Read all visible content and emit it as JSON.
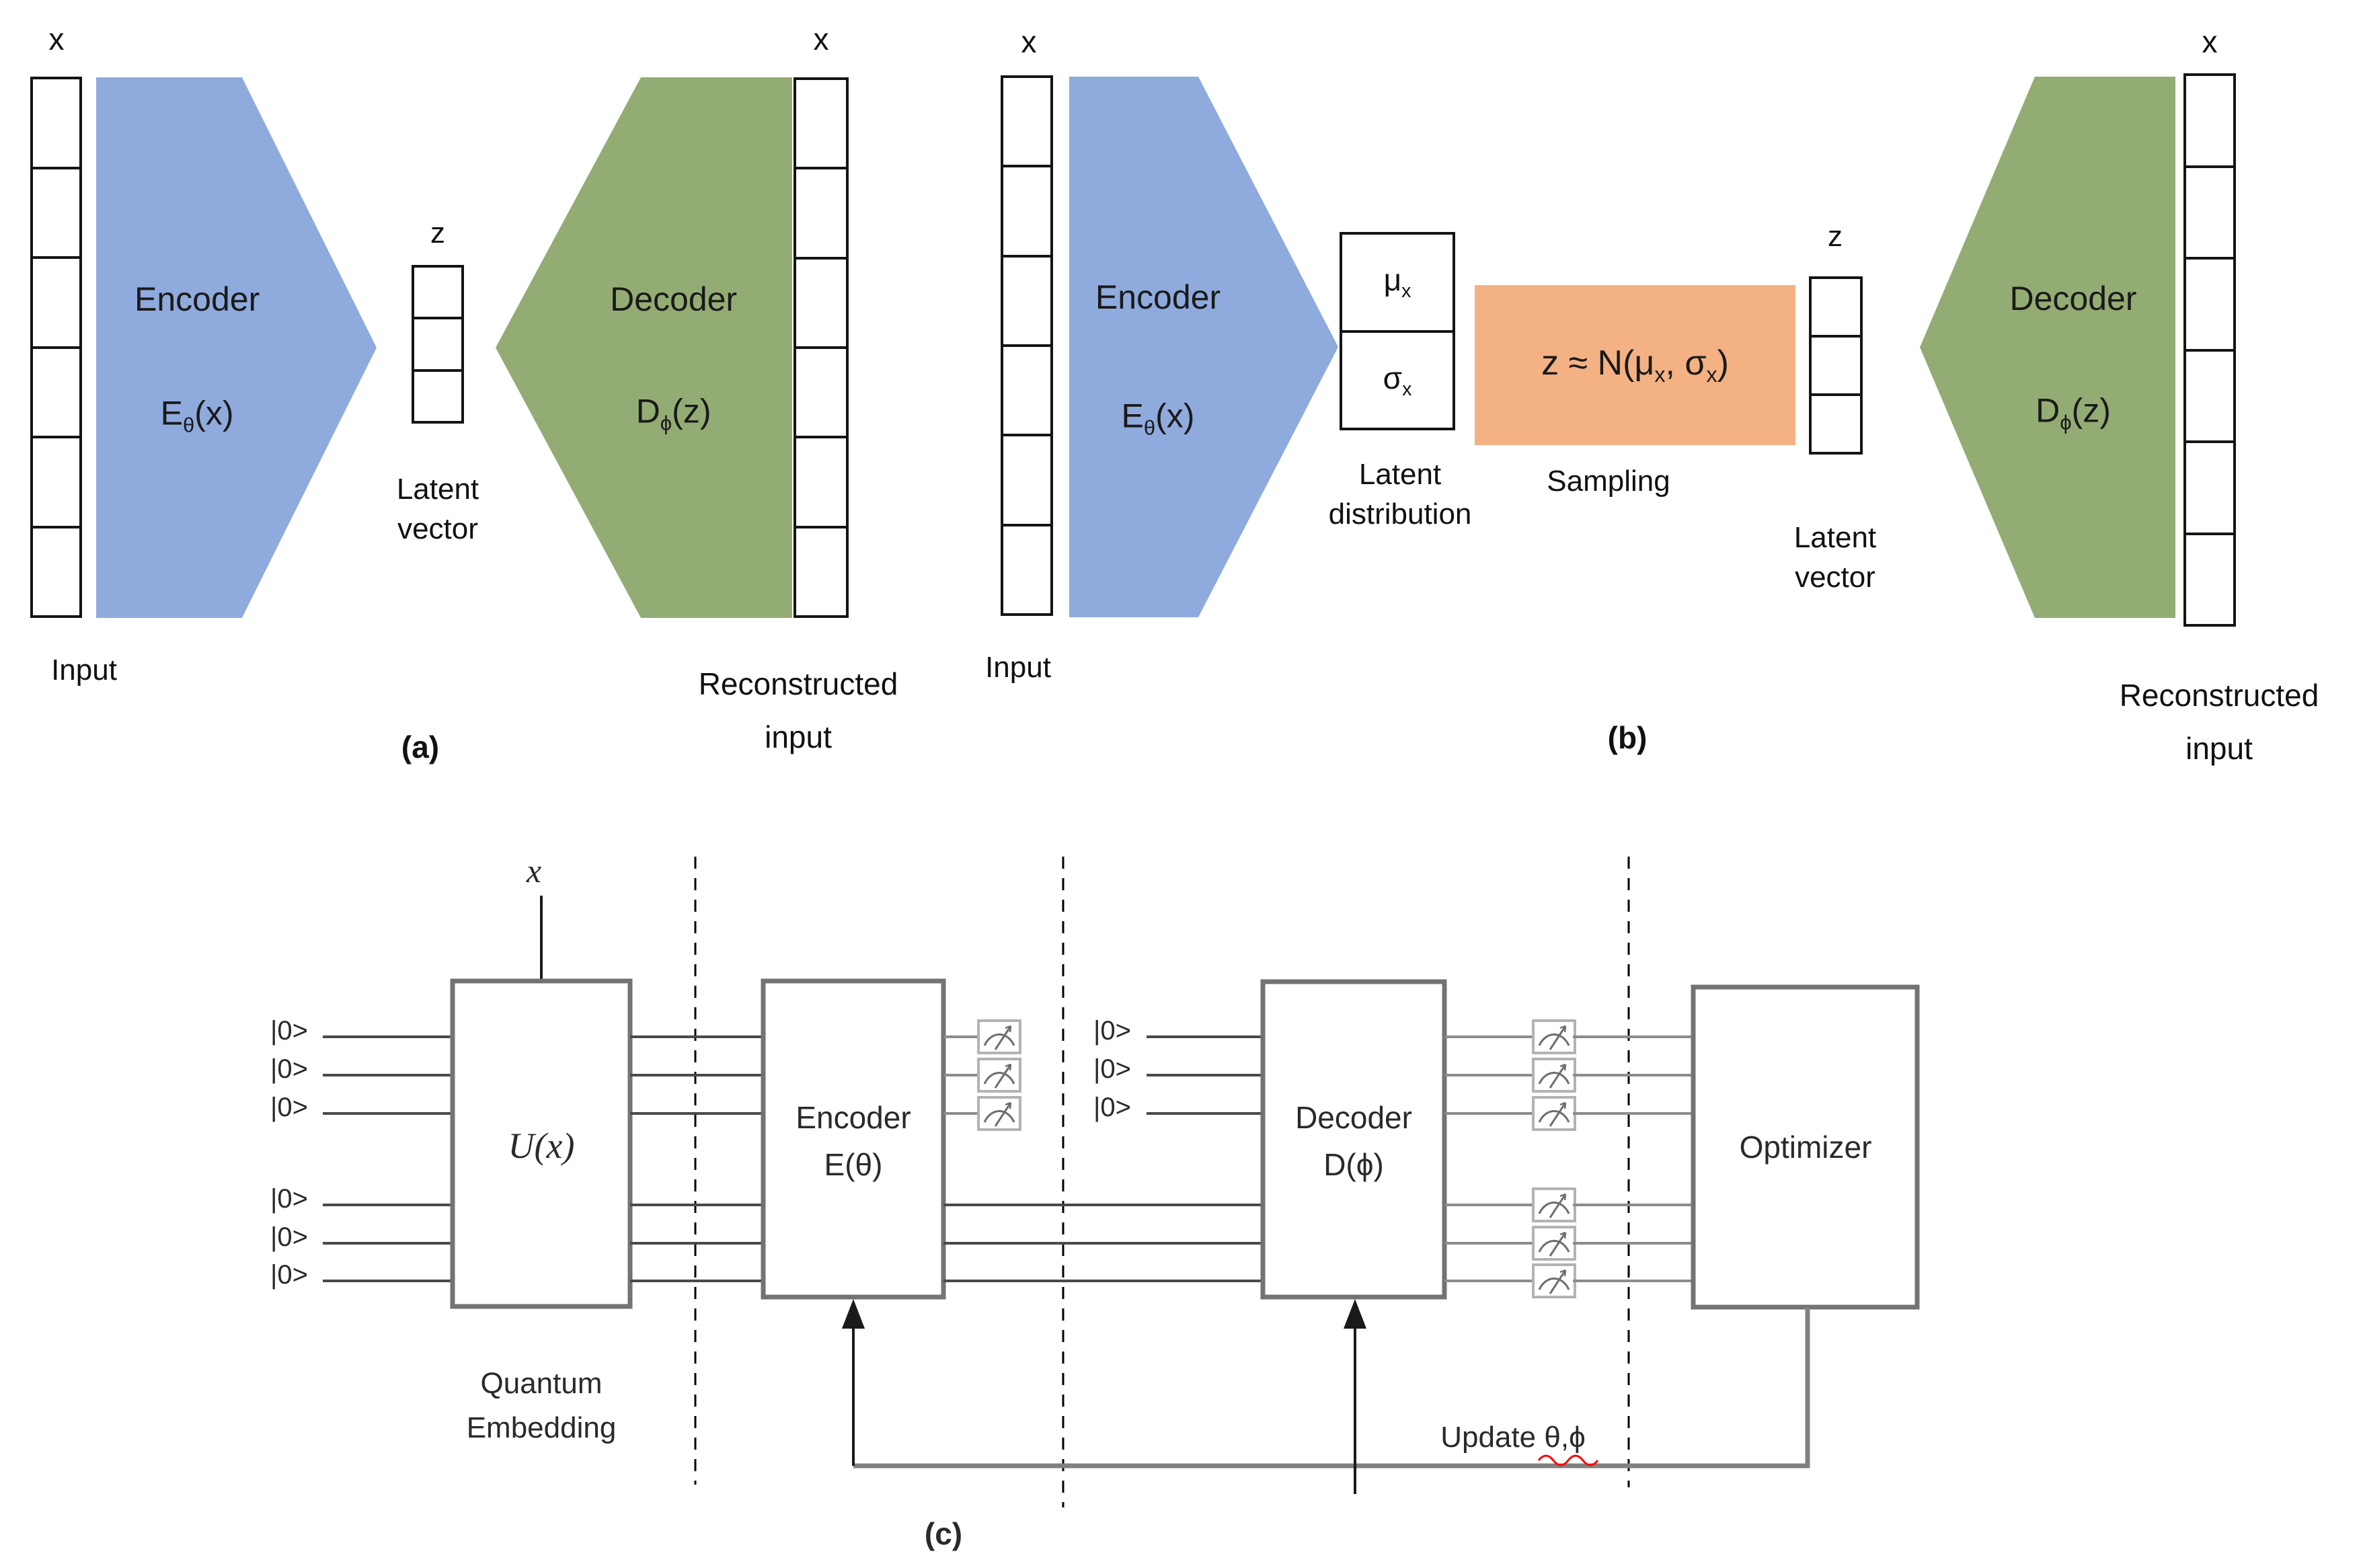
{
  "colors": {
    "encoder_blue": "#8FAADC",
    "decoder_green": "#93AC74",
    "sampling_orange": "#F4B183",
    "circuit_gray": "#737373",
    "squiggle_red": "#FF0000"
  },
  "panel_a": {
    "caption": "(a)",
    "input_vector_label": "x",
    "input_label": "Input",
    "encoder": {
      "title": "Encoder",
      "formula": {
        "base": "E",
        "sub": "θ",
        "rest": "(x)"
      }
    },
    "latent": {
      "vector_label": "z",
      "line1": "Latent",
      "line2": "vector"
    },
    "decoder": {
      "title": "Decoder",
      "formula": {
        "base": "D",
        "sub": "ϕ",
        "rest": "(z)"
      }
    },
    "output_vector_label": "x",
    "reconstructed": {
      "line1": "Reconstructed",
      "line2": "input"
    }
  },
  "panel_b": {
    "caption": "(b)",
    "input_vector_label": "x",
    "input_label": "Input",
    "encoder": {
      "title": "Encoder",
      "formula": {
        "base": "E",
        "sub": "θ",
        "rest": "(x)"
      }
    },
    "latent_distribution": {
      "mu": {
        "base": "μ",
        "sub": "x"
      },
      "sigma": {
        "base": "σ",
        "sub": "x"
      },
      "line1": "Latent",
      "line2": "distribution"
    },
    "sampling": {
      "formula": {
        "p1": "z ≈ N(μ",
        "s1": "x",
        "p2": ", σ",
        "s2": "x",
        "p3": ")"
      },
      "label": "Sampling"
    },
    "latent_vector": {
      "vector_label": "z",
      "line1": "Latent",
      "line2": "vector"
    },
    "decoder": {
      "title": "Decoder",
      "formula": {
        "base": "D",
        "sub": "ϕ",
        "rest": "(z)"
      }
    },
    "output_vector_label": "x",
    "reconstructed": {
      "line1": "Reconstructed",
      "line2": "input"
    }
  },
  "panel_c": {
    "caption": "(c)",
    "qubit_label": "|0>",
    "data_input_label": "x",
    "embedding_box_label": "U(x)",
    "embedding_caption": {
      "line1": "Quantum",
      "line2": "Embedding"
    },
    "encoder_box": {
      "line1": "Encoder",
      "line2": "E(θ)"
    },
    "decoder_box": {
      "line1": "Decoder",
      "line2": "D(ϕ)"
    },
    "optimizer_box_label": "Optimizer",
    "update_label": "Update θ,ϕ"
  }
}
